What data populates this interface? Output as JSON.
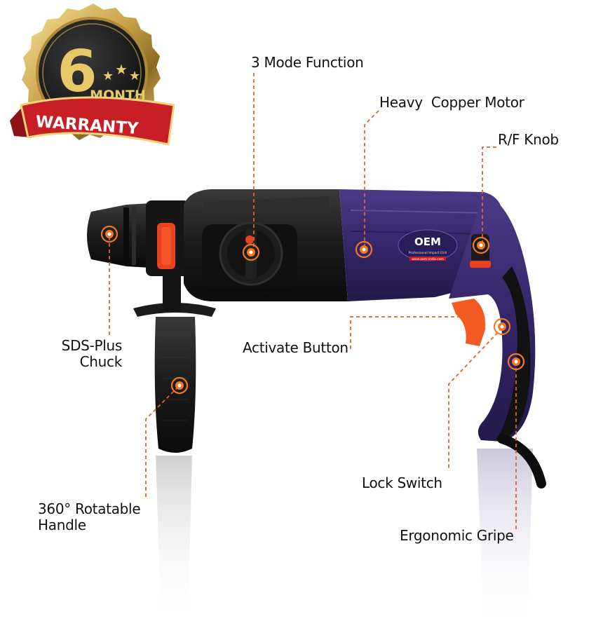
{
  "badge": {
    "number": "6",
    "word": "MONTH",
    "ribbon": "WARRANTY"
  },
  "product": {
    "brand_plate": "OEM",
    "brand_sub": "Professional Impact Drill",
    "brand_url": "www.oem-india.com"
  },
  "features": [
    {
      "text": "3 Mode Function"
    },
    {
      "text": "Heavy  Copper Motor"
    },
    {
      "text": "R/F Knob"
    },
    {
      "text": "SDS-Plus\nChuck"
    },
    {
      "text": "Activate Button"
    },
    {
      "text": "Lock Switch"
    },
    {
      "text": "360° Rotatable\nHandle"
    },
    {
      "text": "Ergonomic Gripe"
    }
  ],
  "colors": {
    "accent": "#f07a24",
    "body_purple": "#3a2a6e",
    "body_black": "#1a1a1a",
    "badge_gold": "#c9a24a",
    "ribbon_red": "#c81f26"
  }
}
